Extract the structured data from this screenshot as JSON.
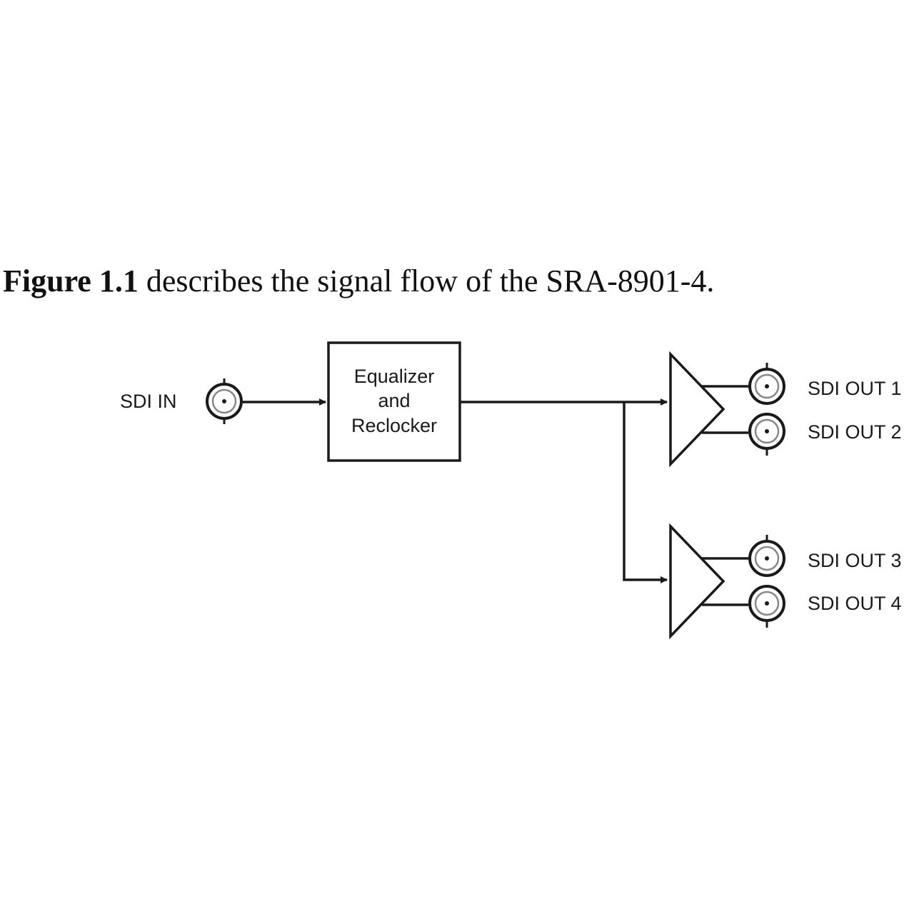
{
  "caption": {
    "bold": "Figure 1.1",
    "text": " describes the signal flow of the SRA-8901-4."
  },
  "diagram": {
    "input_label": "SDI IN",
    "block_lines": [
      "Equalizer",
      "and",
      "Reclocker"
    ],
    "outputs": [
      "SDI OUT 1",
      "SDI OUT 2",
      "SDI OUT 3",
      "SDI OUT 4"
    ],
    "colors": {
      "line": "#1a1a1a",
      "connector_inner": "#888888"
    }
  }
}
